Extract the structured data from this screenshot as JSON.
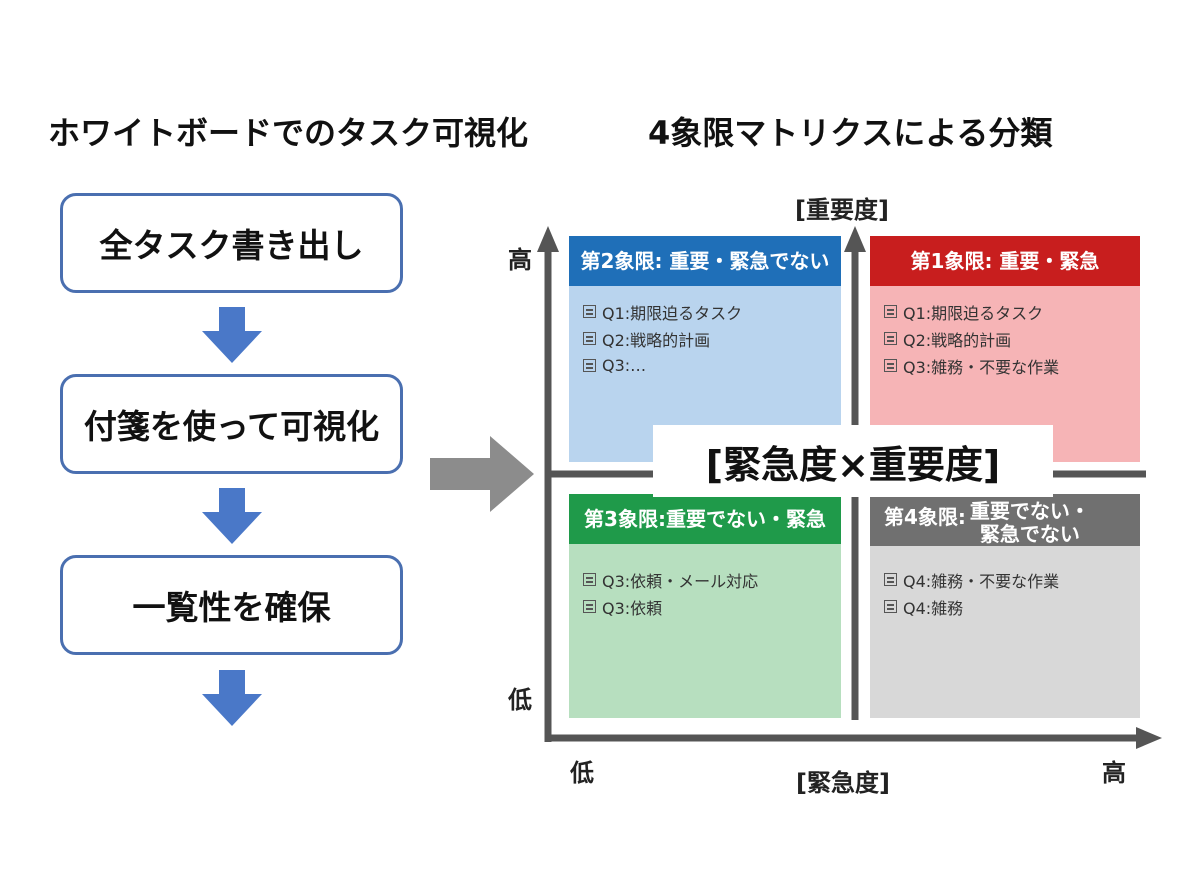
{
  "left": {
    "title": "ホワイトボードでのタスク可視化",
    "steps": [
      "全タスク書き出し",
      "付箋を使って可視化",
      "一覧性を確保"
    ]
  },
  "right": {
    "title": "4象限マトリクスによる分類",
    "center_label": "[緊急度×重要度]",
    "y_axis": {
      "label": "[重要度]",
      "high": "高",
      "low": "低"
    },
    "x_axis": {
      "label": "[緊急度]",
      "low": "低",
      "high": "高"
    },
    "quadrants": {
      "q2": {
        "title": "第2象限: 重要・緊急でない",
        "color": "#1f6fb8",
        "bg": "#b9d4ee",
        "items": [
          "Q1:期限迫るタスク",
          "Q2:戦略的計画",
          "Q3:…"
        ]
      },
      "q1": {
        "title": "第1象限: 重要・緊急",
        "color": "#c81e1e",
        "bg": "#f6b4b6",
        "items": [
          "Q1:期限迫るタスク",
          "Q2:戦略的計画",
          "Q3:雑務・不要な作業"
        ]
      },
      "q3": {
        "title": "第3象限:重要でない・緊急",
        "color": "#1f9a4a",
        "bg": "#b7dfbf",
        "items": [
          "Q3:依頼・メール対応",
          "Q3:依頼"
        ]
      },
      "q4": {
        "title_line1": "第4象限:",
        "title_line2a": "重要でない・",
        "title_line2b": "緊急でない",
        "color": "#707070",
        "bg": "#d8d8d8",
        "items": [
          "Q4:雑務・不要な作業",
          "Q4:雑務"
        ]
      }
    }
  },
  "icons": {
    "flow_arrow": "down-arrow-icon",
    "big_arrow": "right-arrow-icon",
    "note": "note-icon"
  },
  "colors": {
    "flow_border": "#4a6fb0",
    "flow_arrow": "#4a78c8",
    "axis": "#555555",
    "big_arrow": "#8c8c8c"
  }
}
